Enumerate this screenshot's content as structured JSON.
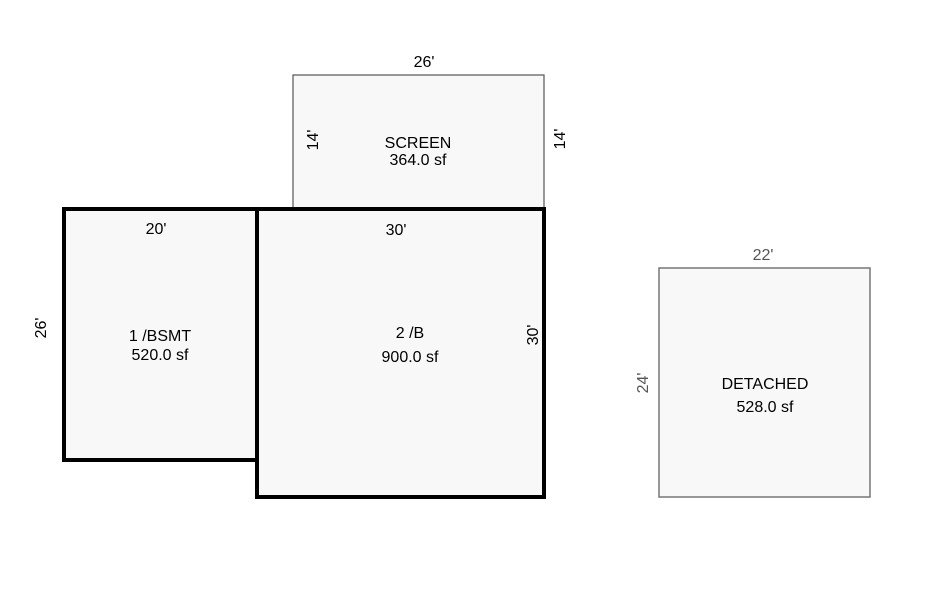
{
  "sketch": {
    "rooms": {
      "screen": {
        "name": "SCREEN",
        "area": "364.0 sf",
        "dim_top": "26'",
        "dim_left": "14'",
        "dim_right": "14'",
        "line_color": "#555555"
      },
      "bsmt": {
        "name": "1 /BSMT",
        "area": "520.0 sf",
        "dim_top": "20'",
        "dim_left": "26'",
        "line_color": "#000000"
      },
      "main": {
        "name": "2 /B",
        "area": "900.0 sf",
        "dim_top": "30'",
        "dim_right": "30'",
        "line_color": "#000000"
      },
      "detached": {
        "name": "DETACHED",
        "area": "528.0 sf",
        "dim_top": "22'",
        "dim_left": "24'",
        "line_color": "#777777"
      }
    }
  }
}
